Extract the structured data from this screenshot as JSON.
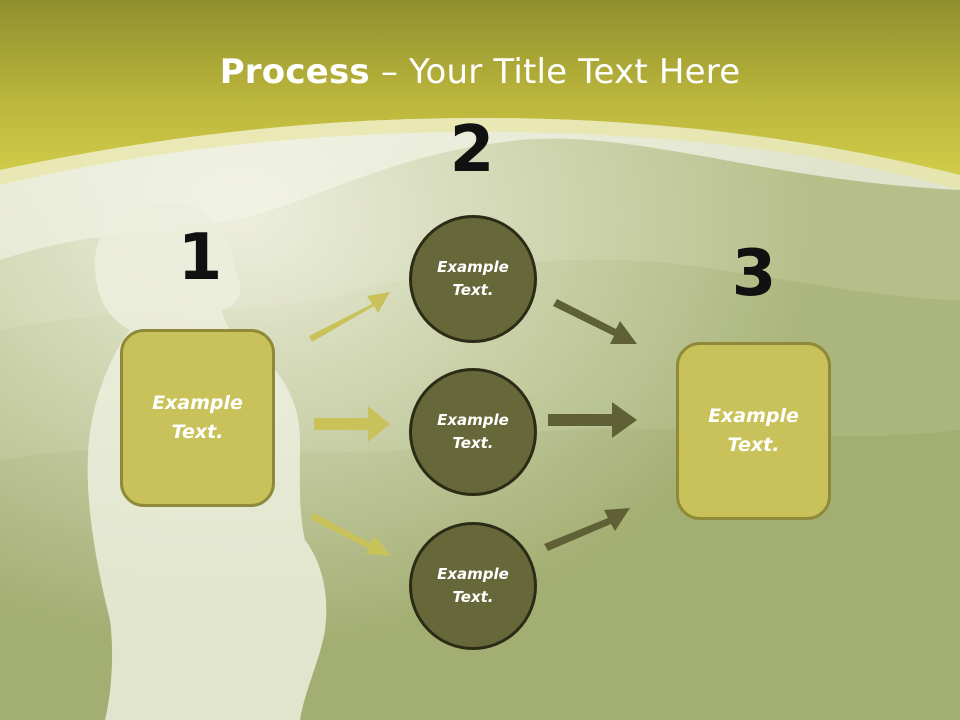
{
  "slide": {
    "title_bold": "Process",
    "title_rest": " – Your Title Text Here",
    "numbers": [
      "1",
      "2",
      "3"
    ],
    "left_box": {
      "text": "Example\nText."
    },
    "right_box": {
      "text": "Example\nText."
    },
    "circles": [
      {
        "text": "Example\nText."
      },
      {
        "text": "Example\nText."
      },
      {
        "text": "Example\nText."
      }
    ],
    "colors": {
      "header": "#c8c244",
      "box_fill": "#c9c25a",
      "box_border": "#8f8a3a",
      "circle_fill": "#67683a",
      "circle_border": "#2c2c16",
      "arrow_light": "#c9c25a",
      "arrow_dark": "#5f6035"
    }
  }
}
